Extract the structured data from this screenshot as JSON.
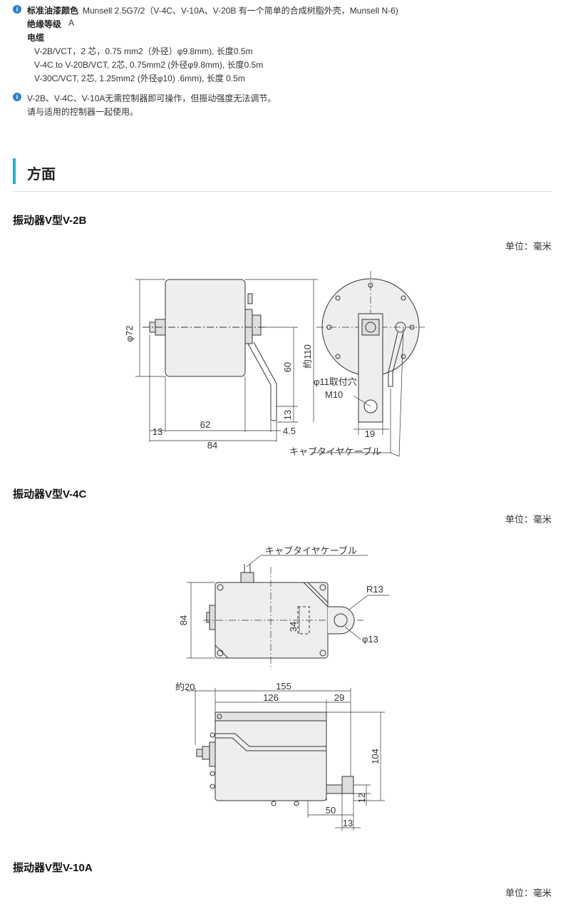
{
  "specs": {
    "color_label": "标准油漆颜色",
    "color_value": "Munsell 2.5G7/2（V-4C、V-10A、V-20B 有一个简单的合成树脂外壳，Munsell N-6)",
    "insulation_label": "绝缘等级",
    "insulation_value": "A",
    "cable_label": "电缆",
    "cable_lines": [
      "V-2B/VCT，2 芯，0.75 mm2（外径）φ9.8mm), 长度0.5m",
      "V-4C to V-20B/VCT, 2芯, 0.75mm2 (外径φ9.8mm), 长度0.5m",
      "V-30C/VCT, 2芯, 1.25mm2 (外径φ10) .6mm), 长度 0.5m"
    ]
  },
  "note": {
    "line1": "V-2B、V-4C、V-10A无需控制器即可操作，但振动强度无法调节。",
    "line2": "请与适用的控制器一起使用。"
  },
  "section_title": "方面",
  "unit_label": "单位：毫米",
  "models": [
    {
      "title": "振动器V型V-2B"
    },
    {
      "title": "振动器V型V-4C"
    },
    {
      "title": "振动器V型V-10A"
    }
  ],
  "drawing_v2b": {
    "dim_72": "φ72",
    "dim_60": "60",
    "dim_110": "約110",
    "dim_13v": "13",
    "dim_13h": "13",
    "dim_62": "62",
    "dim_84": "84",
    "dim_45": "4.5",
    "dim_19": "19",
    "hole_label": "φ11取付穴",
    "m10_label": "M10",
    "cable_label": "キャブタイヤケーブル"
  },
  "drawing_v4c": {
    "cable_label": "キャブタイヤケーブル",
    "dim_84": "84",
    "dim_34": "34",
    "r13": "R13",
    "phi13": "φ13",
    "dim_20": "約20",
    "dim_155": "155",
    "dim_126": "126",
    "dim_29": "29",
    "dim_104": "104",
    "dim_12": "12",
    "dim_50": "50",
    "dim_13": "13"
  }
}
